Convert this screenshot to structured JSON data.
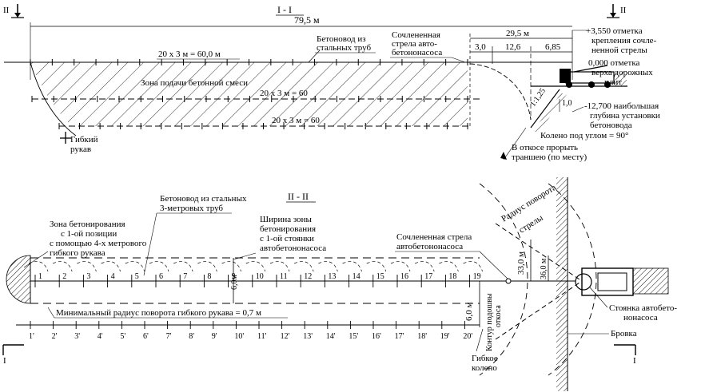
{
  "section_top": {
    "title": "I - I",
    "mark_left": "II",
    "mark_right": "II",
    "total_length": "79,5 м",
    "line1": "20 х 3 м = 60,0 м",
    "line2": "20 х 3 м = 60",
    "line3": "20 х 3 м = 60",
    "pipeline_label": [
      "Бетоновод из",
      "стальных труб"
    ],
    "boom_label": [
      "Сочлененная",
      "стрела авто-",
      "бетононасоса"
    ],
    "boom_length": "29,5 м",
    "seg1": "3,0",
    "seg2": "12,6",
    "seg3": "6,85",
    "mark_3550": [
      "+3,550 отметка",
      "крепления сочле-",
      "ненной стрелы"
    ],
    "mark_000": [
      "0,000 отметка",
      "верха дорожных",
      "плит"
    ],
    "zone_label": "Зона подачи бетонной смеси",
    "flexible_hose": [
      "Гибкий",
      "рукав"
    ],
    "slope": "1:1,25",
    "height_1": "1,0",
    "mark_12700": [
      "-12,700 наибольшая",
      "глубина установки",
      "бетоновода"
    ],
    "elbow": "Колено под углом = 90°",
    "trench": [
      "В откосе прорыть",
      "траншею (по месту)"
    ]
  },
  "section_bottom": {
    "title": "II - II",
    "mark_left": "I",
    "mark_right": "I",
    "zone_label": [
      "Зона бетонирования",
      "с 1-ой позиции",
      "с помощью 4-х метрового",
      "гибкого рукава"
    ],
    "pipeline_label": [
      "Бетоновод из стальных",
      "3-метровых труб"
    ],
    "width_label": [
      "Ширина зоны",
      "бетонирования",
      "с 1-ой стоянки",
      "автобетононасоса"
    ],
    "boom_label": [
      "Сочлененная стрела",
      "автобетононасоса"
    ],
    "radius_label": [
      "Радиус поворота",
      "стрелы"
    ],
    "min_radius": "Минимальный радиус поворота гибкого рукава = 0,7 м",
    "dim_6m_small": "6,0м",
    "dim_6m": "6,0 м",
    "dim_33m": "33,0 м",
    "dim_36m": "36,0 м",
    "contour_label": [
      "Контур подошвы",
      "откоса"
    ],
    "parking": [
      "Стоянка автобето-",
      "нонасоса"
    ],
    "edge": "Бровка",
    "flex_elbow": [
      "Гибкое",
      "колено"
    ],
    "positions": [
      "1",
      "2",
      "3",
      "4",
      "5",
      "6",
      "7",
      "8",
      "9",
      "10",
      "11",
      "12",
      "13",
      "14",
      "15",
      "16",
      "17",
      "18",
      "19"
    ],
    "positions_prime": [
      "1'",
      "2'",
      "3'",
      "4'",
      "5'",
      "6'",
      "7'",
      "8'",
      "9'",
      "10'",
      "11'",
      "12'",
      "13'",
      "14'",
      "15'",
      "16'",
      "17'",
      "18'",
      "19'",
      "20'"
    ]
  }
}
